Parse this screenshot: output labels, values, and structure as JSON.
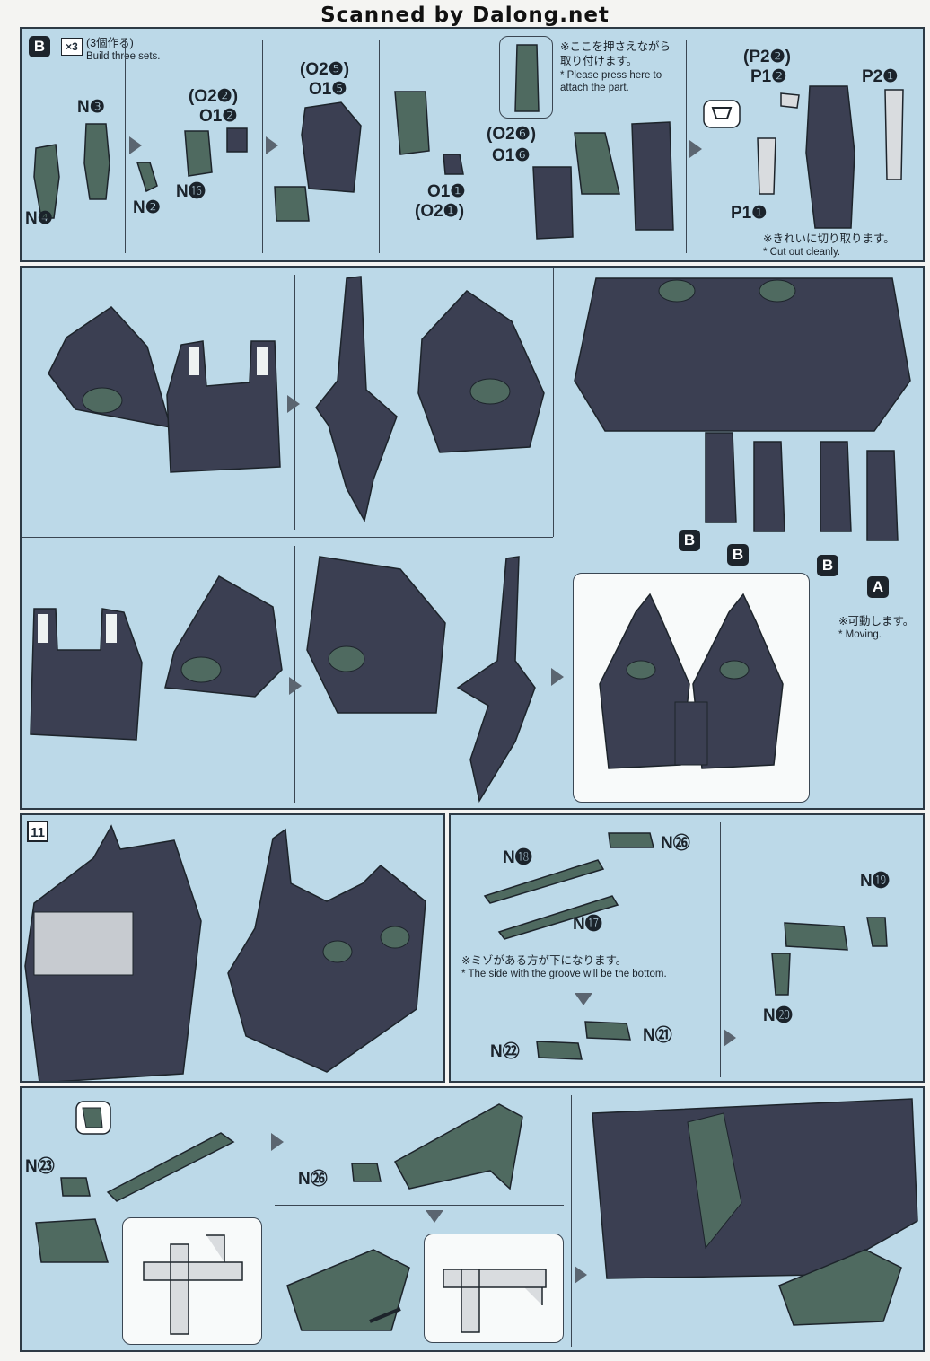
{
  "watermark": "Scanned by Dalong.net",
  "section_b": {
    "badge": "B",
    "multiplier": "×3",
    "jp_note": "(3個作る)",
    "en_note": "Build three sets.",
    "parts": {
      "n3": "N❸",
      "n4": "N❹",
      "o22": "(O2❷)",
      "o12": "O1❷",
      "n16": "N⓰",
      "n2": "N❷",
      "o25": "(O2❺)",
      "o15": "O1❺",
      "o11": "O1❶",
      "o21": "(O2❶)",
      "o26": "(O2❻)",
      "o16": "O1❻",
      "p22": "(P2❷)",
      "p12": "P1❷",
      "p21": "P2❶",
      "p11": "P1❶"
    },
    "press_note_jp": "※ここを押さえながら取り付けます。",
    "press_note_en": "* Please press here to attach the part.",
    "cut_note_jp": "※きれいに切り取ります。",
    "cut_note_en": "* Cut out cleanly."
  },
  "section_fingers": {
    "labels": [
      "B",
      "B",
      "B",
      "A"
    ],
    "moving_jp": "※可動します。",
    "moving_en": "* Moving."
  },
  "step11": {
    "number": "11"
  },
  "section_gun": {
    "parts": {
      "n18": "N⓲",
      "n26": "N㉖",
      "n17": "N⓱",
      "n19": "N⓳",
      "n20": "N⓴",
      "n21": "N㉑",
      "n22": "N㉒"
    },
    "groove_note_jp": "※ミゾがある方が下になります。",
    "groove_note_en": "* The side with the groove will be the bottom."
  },
  "section_bottom": {
    "parts": {
      "n23": "N㉓",
      "n26": "N㉖"
    }
  },
  "colors": {
    "panel_bg": "#bcd9e8",
    "armor": "#3b3f52",
    "frame": "#4f6a60",
    "arrow": "#5b6570"
  }
}
